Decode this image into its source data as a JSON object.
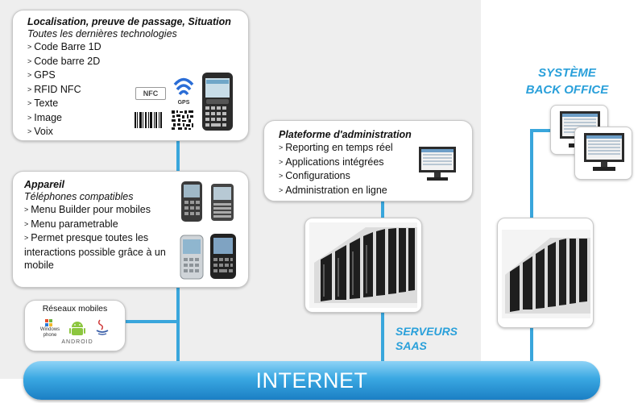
{
  "card_localisation": {
    "title": "Localisation, preuve de passage, Situation",
    "subtitle": "Toutes les dernières technologies",
    "items": [
      "Code Barre 1D",
      "Code barre 2D",
      "GPS",
      "RFID NFC",
      "Texte",
      "Image",
      "Voix"
    ],
    "nfc_label": "NFC",
    "gps_label": "GPS"
  },
  "card_appareil": {
    "title": "Appareil",
    "subtitle": "Téléphones compatibles",
    "items": [
      "Menu Builder pour mobiles",
      "Menu parametrable",
      "Permet presque toutes les interactions possible grâce à un mobile"
    ]
  },
  "card_reseaux": {
    "title": "Réseaux mobiles",
    "windows_label": "Windows phone",
    "android_label": "ANDROID"
  },
  "card_plateforme": {
    "title": "Plateforme d'administration",
    "items": [
      "Reporting en temps réel",
      "Applications intégrées",
      "Configurations",
      "Administration en ligne"
    ]
  },
  "labels": {
    "serveurs_line1": "SERVEURS",
    "serveurs_line2": "SAAS",
    "systeme_line1": "SYSTÈME",
    "systeme_line2": "BACK OFFICE",
    "internet": "INTERNET"
  },
  "list_marker": ">",
  "colors": {
    "accent_blue": "#2aa0da",
    "line_blue": "#39a6dc",
    "panel_grey": "#eeeeee"
  }
}
